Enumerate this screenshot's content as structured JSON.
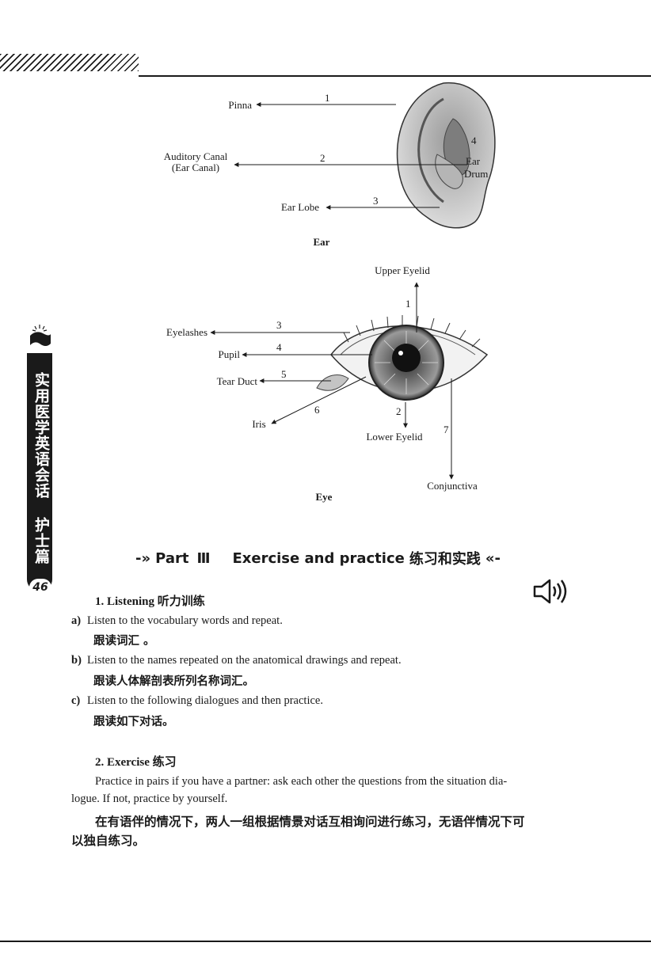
{
  "page": {
    "side_tab_title": "实用医学英语会话 护士篇",
    "page_number": "46"
  },
  "ear": {
    "caption": "Ear",
    "labels": {
      "pinna": "Pinna",
      "auditory_canal_1": "Auditory Canal",
      "auditory_canal_2": "(Ear Canal)",
      "ear_lobe": "Ear Lobe",
      "ear_drum_1": "Ear",
      "ear_drum_2": "Drum"
    },
    "numbers": [
      "1",
      "2",
      "3",
      "4"
    ]
  },
  "eye": {
    "caption": "Eye",
    "labels": {
      "upper_eyelid": "Upper Eyelid",
      "eyelashes": "Eyelashes",
      "pupil": "Pupil",
      "tear_duct": "Tear Duct",
      "iris": "Iris",
      "lower_eyelid": "Lower Eyelid",
      "conjunctiva": "Conjunctiva"
    },
    "numbers": [
      "1",
      "2",
      "3",
      "4",
      "5",
      "6",
      "7"
    ]
  },
  "part": {
    "prefix": "Part",
    "numeral": "Ⅲ",
    "title_en": "Exercise and practice",
    "title_zh": "练习和实践"
  },
  "listening": {
    "title": "1.  Listening 听力训练",
    "items": [
      {
        "label": "a)",
        "en": "Listen to the vocabulary words and repeat.",
        "zh": "跟读词汇 。"
      },
      {
        "label": "b)",
        "en": "Listen to the names repeated on the anatomical drawings and repeat.",
        "zh": "跟读人体解剖表所列名称词汇。"
      },
      {
        "label": "c)",
        "en": "Listen to the following dialogues and then practice.",
        "zh": "跟读如下对话。"
      }
    ]
  },
  "exercise": {
    "title": "2.  Exercise 练习",
    "para_en_1": "Practice in pairs if you have a partner: ask each other the questions from the situation dia-",
    "para_en_2": "logue.  If not, practice by yourself.",
    "para_zh_1": "在有语伴的情况下，两人一组根据情景对话互相询问进行练习，无语伴情况下可",
    "para_zh_2": "以独自练习。"
  },
  "icons": {
    "speaker": "speaker-icon",
    "side_flag": "flag-icon"
  }
}
